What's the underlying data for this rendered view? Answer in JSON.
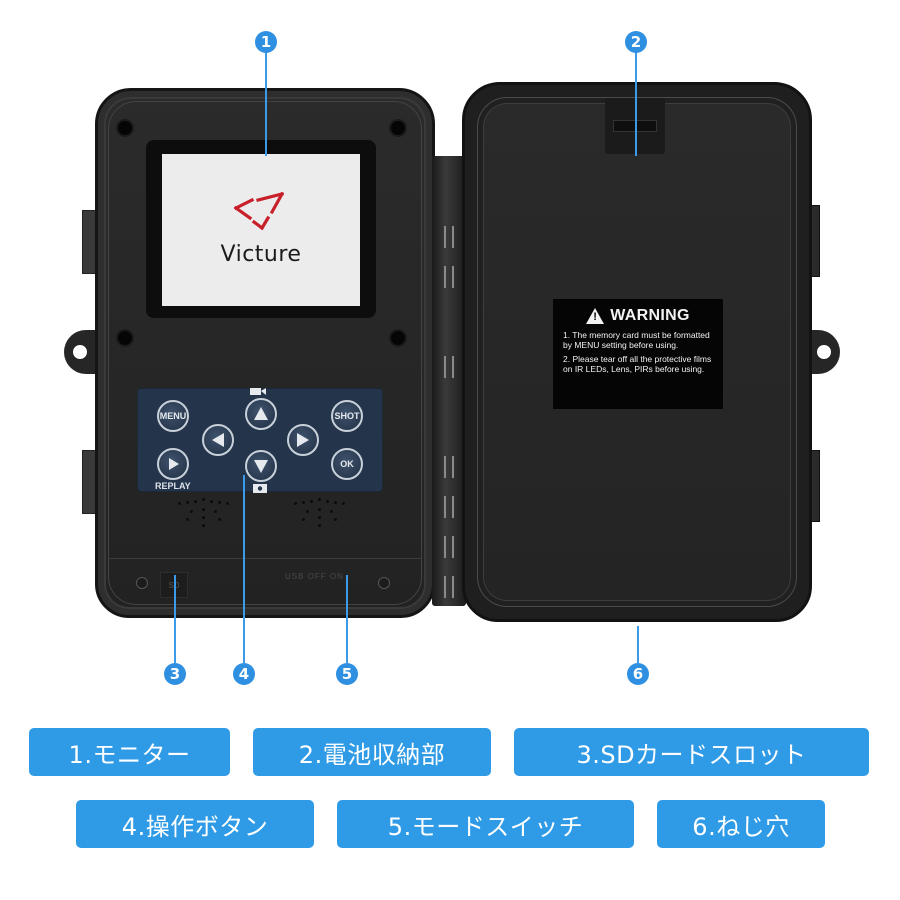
{
  "markers": [
    {
      "num": "1",
      "label": "1.モニター"
    },
    {
      "num": "2",
      "label": "2.電池収納部"
    },
    {
      "num": "3",
      "label": "3.SDカードスロット"
    },
    {
      "num": "4",
      "label": "4.操作ボタン"
    },
    {
      "num": "5",
      "label": "5.モードスイッチ"
    },
    {
      "num": "6",
      "label": "6.ねじ穴"
    }
  ],
  "screen": {
    "brand": "Victure",
    "logo_color": "#c8202a"
  },
  "keypad": {
    "menu": "MENU",
    "shot": "SHOT",
    "ok": "OK",
    "replay": "REPLAY",
    "up_icon": "video-camera-icon",
    "down_icon": "photo-camera-icon"
  },
  "bottom": {
    "sd_label": "SD",
    "mode_label": "USB  OFF  ON"
  },
  "warning": {
    "title": "WARNING",
    "items": [
      "1. The memory card must be formatted by MENU setting before using.",
      "2. Please tear off all the protective films on IR LEDs, Lens, PIRs before using."
    ]
  },
  "colors": {
    "accent": "#2f9be6",
    "marker": "#2f8fe0",
    "keypad": "#24344a"
  }
}
